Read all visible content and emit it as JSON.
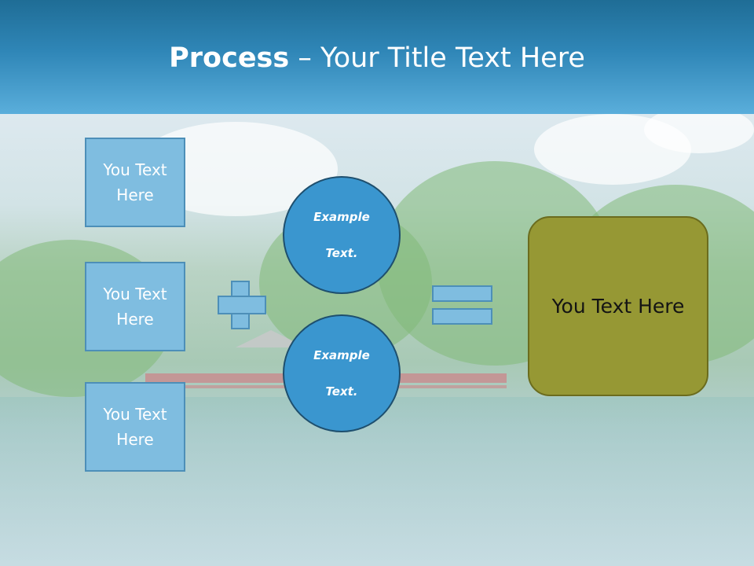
{
  "header": {
    "title_bold": "Process",
    "title_rest": " – Your Title Text Here"
  },
  "inputs": [
    {
      "line1": "You Text",
      "line2": "Here"
    },
    {
      "line1": "You Text",
      "line2": "Here"
    },
    {
      "line1": "You Text",
      "line2": "Here"
    }
  ],
  "circles": [
    {
      "line1": "Example",
      "line2": "Text."
    },
    {
      "line1": "Example",
      "line2": "Text."
    }
  ],
  "result": {
    "label": "You Text Here"
  },
  "colors": {
    "header": "#2f86b7",
    "box": "#7fbde0",
    "box_border": "#4d8fb8",
    "circle": "#3a96cf",
    "result": "#969834"
  }
}
